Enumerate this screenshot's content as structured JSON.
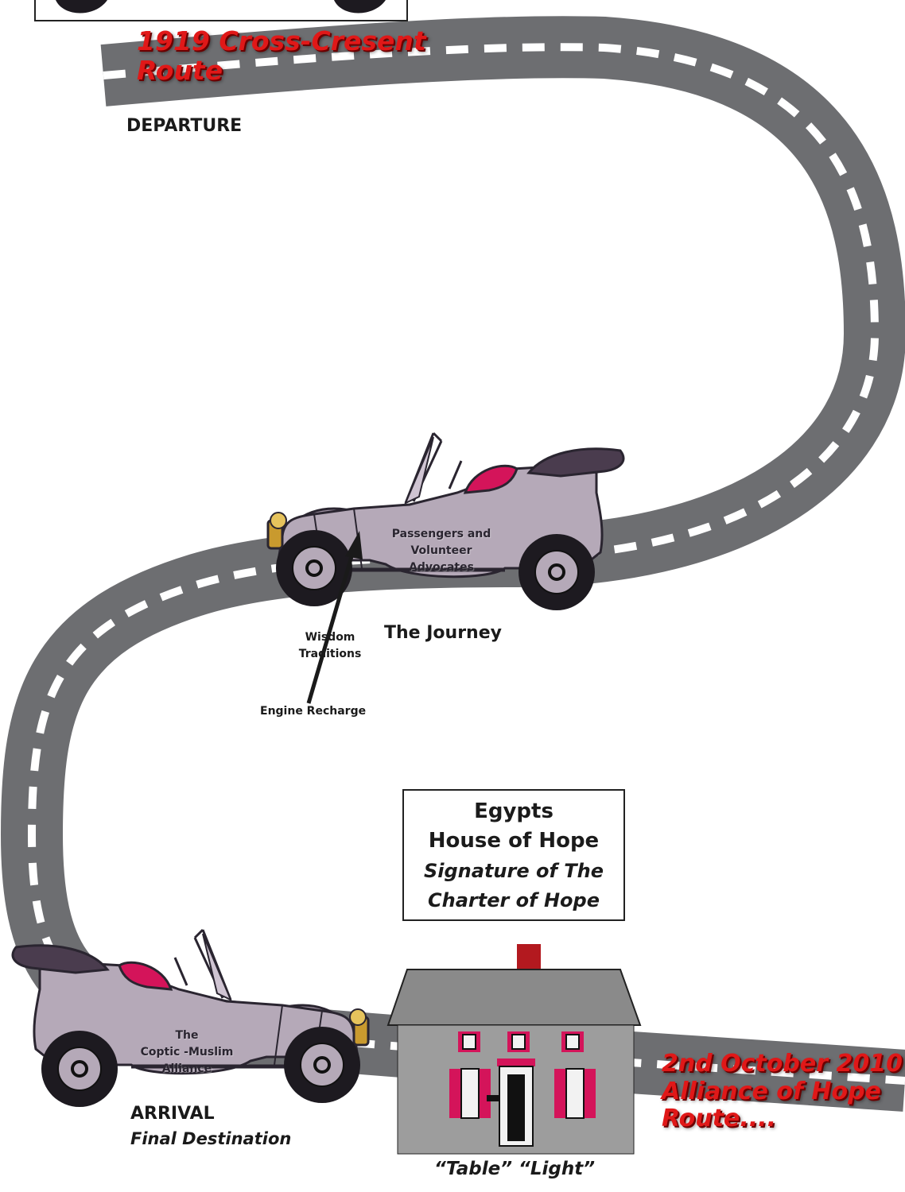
{
  "route_start": {
    "title_line1": "1919 Cross-Cresent",
    "title_line2": "Route"
  },
  "departure": {
    "label": "DEPARTURE"
  },
  "journey": {
    "label": "The Journey",
    "car_text": [
      "Passengers and",
      "Volunteer",
      "Advocates"
    ],
    "fuel_line1": "Wisdom",
    "fuel_line2": "Traditions",
    "engine": "Engine Recharge"
  },
  "house_box": {
    "line1": "Egypts",
    "line2": "House of Hope",
    "line3": "Signature of The",
    "line4": "Charter of Hope"
  },
  "arrival": {
    "label": "ARRIVAL",
    "sublabel": "Final Destination",
    "car_text": [
      "The",
      "Coptic -Muslim",
      "Alliance"
    ]
  },
  "house_caption": "“Table” “Light”",
  "route_end": {
    "line1": "2nd October 2010",
    "line2": "Alliance of Hope",
    "line3": "Route...."
  },
  "colors": {
    "road": "#6d6e71",
    "road_dash": "#ffffff",
    "title_red": "#e01818",
    "car_body": "#b5a9b8",
    "house_wall": "#9d9d9d",
    "house_roof": "#8a8a8a",
    "house_trim": "#d4145a",
    "chimney": "#b3191f"
  }
}
